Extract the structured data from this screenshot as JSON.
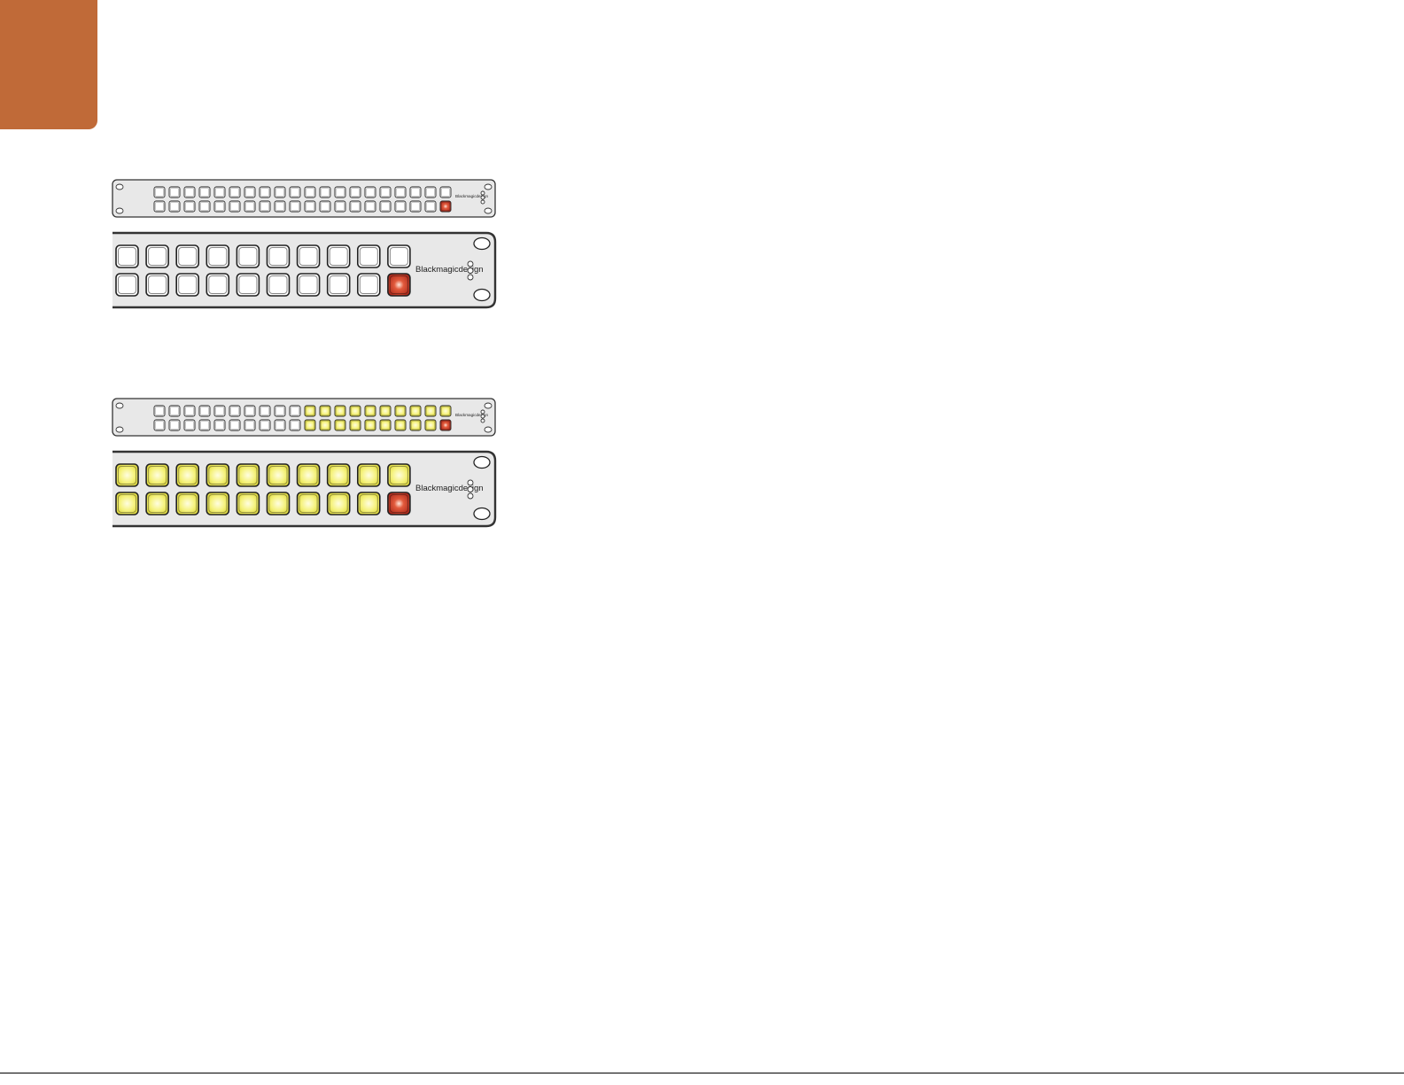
{
  "colors": {
    "tab": "#C06A38",
    "panel_fill": "#E8E8E8",
    "panel_stroke": "#333333",
    "button_off_fill": "#FFFFFF",
    "button_on_fill": "#F2F07A",
    "button_on_glow": "#FFFDE0",
    "button_red_fill": "#C7331E",
    "button_red_glow": "#FFE6DA",
    "text": "#222222"
  },
  "section_tab": {
    "icon": "orange-section-tab"
  },
  "figures": [
    {
      "state": "default",
      "brand_label": "Blackmagicdesign",
      "panel_1ru": {
        "rows": 2,
        "columns": 20,
        "lit_start_column": null,
        "take_button": "red"
      },
      "panel_zoom": {
        "rows": 2,
        "columns": 10,
        "lit": false,
        "take_button": "red"
      }
    },
    {
      "state": "lit",
      "brand_label": "Blackmagicdesign",
      "panel_1ru": {
        "rows": 2,
        "columns": 20,
        "lit_start_column": 10,
        "take_button": "red"
      },
      "panel_zoom": {
        "rows": 2,
        "columns": 10,
        "lit": true,
        "take_button": "red"
      }
    }
  ],
  "footer": {
    "text": ""
  }
}
